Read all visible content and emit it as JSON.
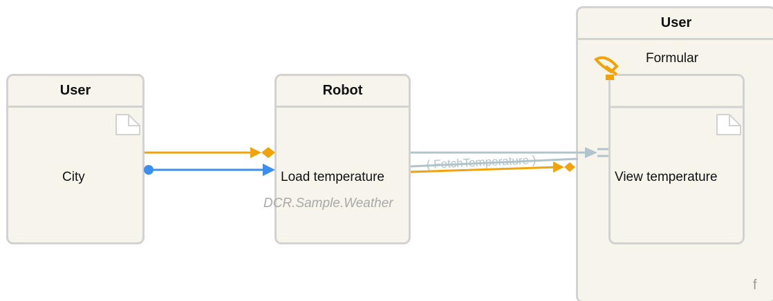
{
  "events": {
    "city": {
      "role": "User",
      "label": "City"
    },
    "load": {
      "role": "Robot",
      "label": "Load temperature",
      "subprocess": "DCR.Sample.Weather"
    },
    "view": {
      "role": "User",
      "label": "View temperature"
    }
  },
  "form_group": {
    "role": "User",
    "label": "Formular",
    "footer_glyph": "f"
  },
  "relations": {
    "fetch_label": "( FetchTemperature )"
  },
  "colors": {
    "condition": "#f0a30a",
    "data": "#3c8ff0",
    "include": "#b0c4cc",
    "box_fill": "#f7f4ec",
    "box_border": "#d2d2d2"
  },
  "icons": [
    "document-corner-icon",
    "telescope-icon"
  ]
}
